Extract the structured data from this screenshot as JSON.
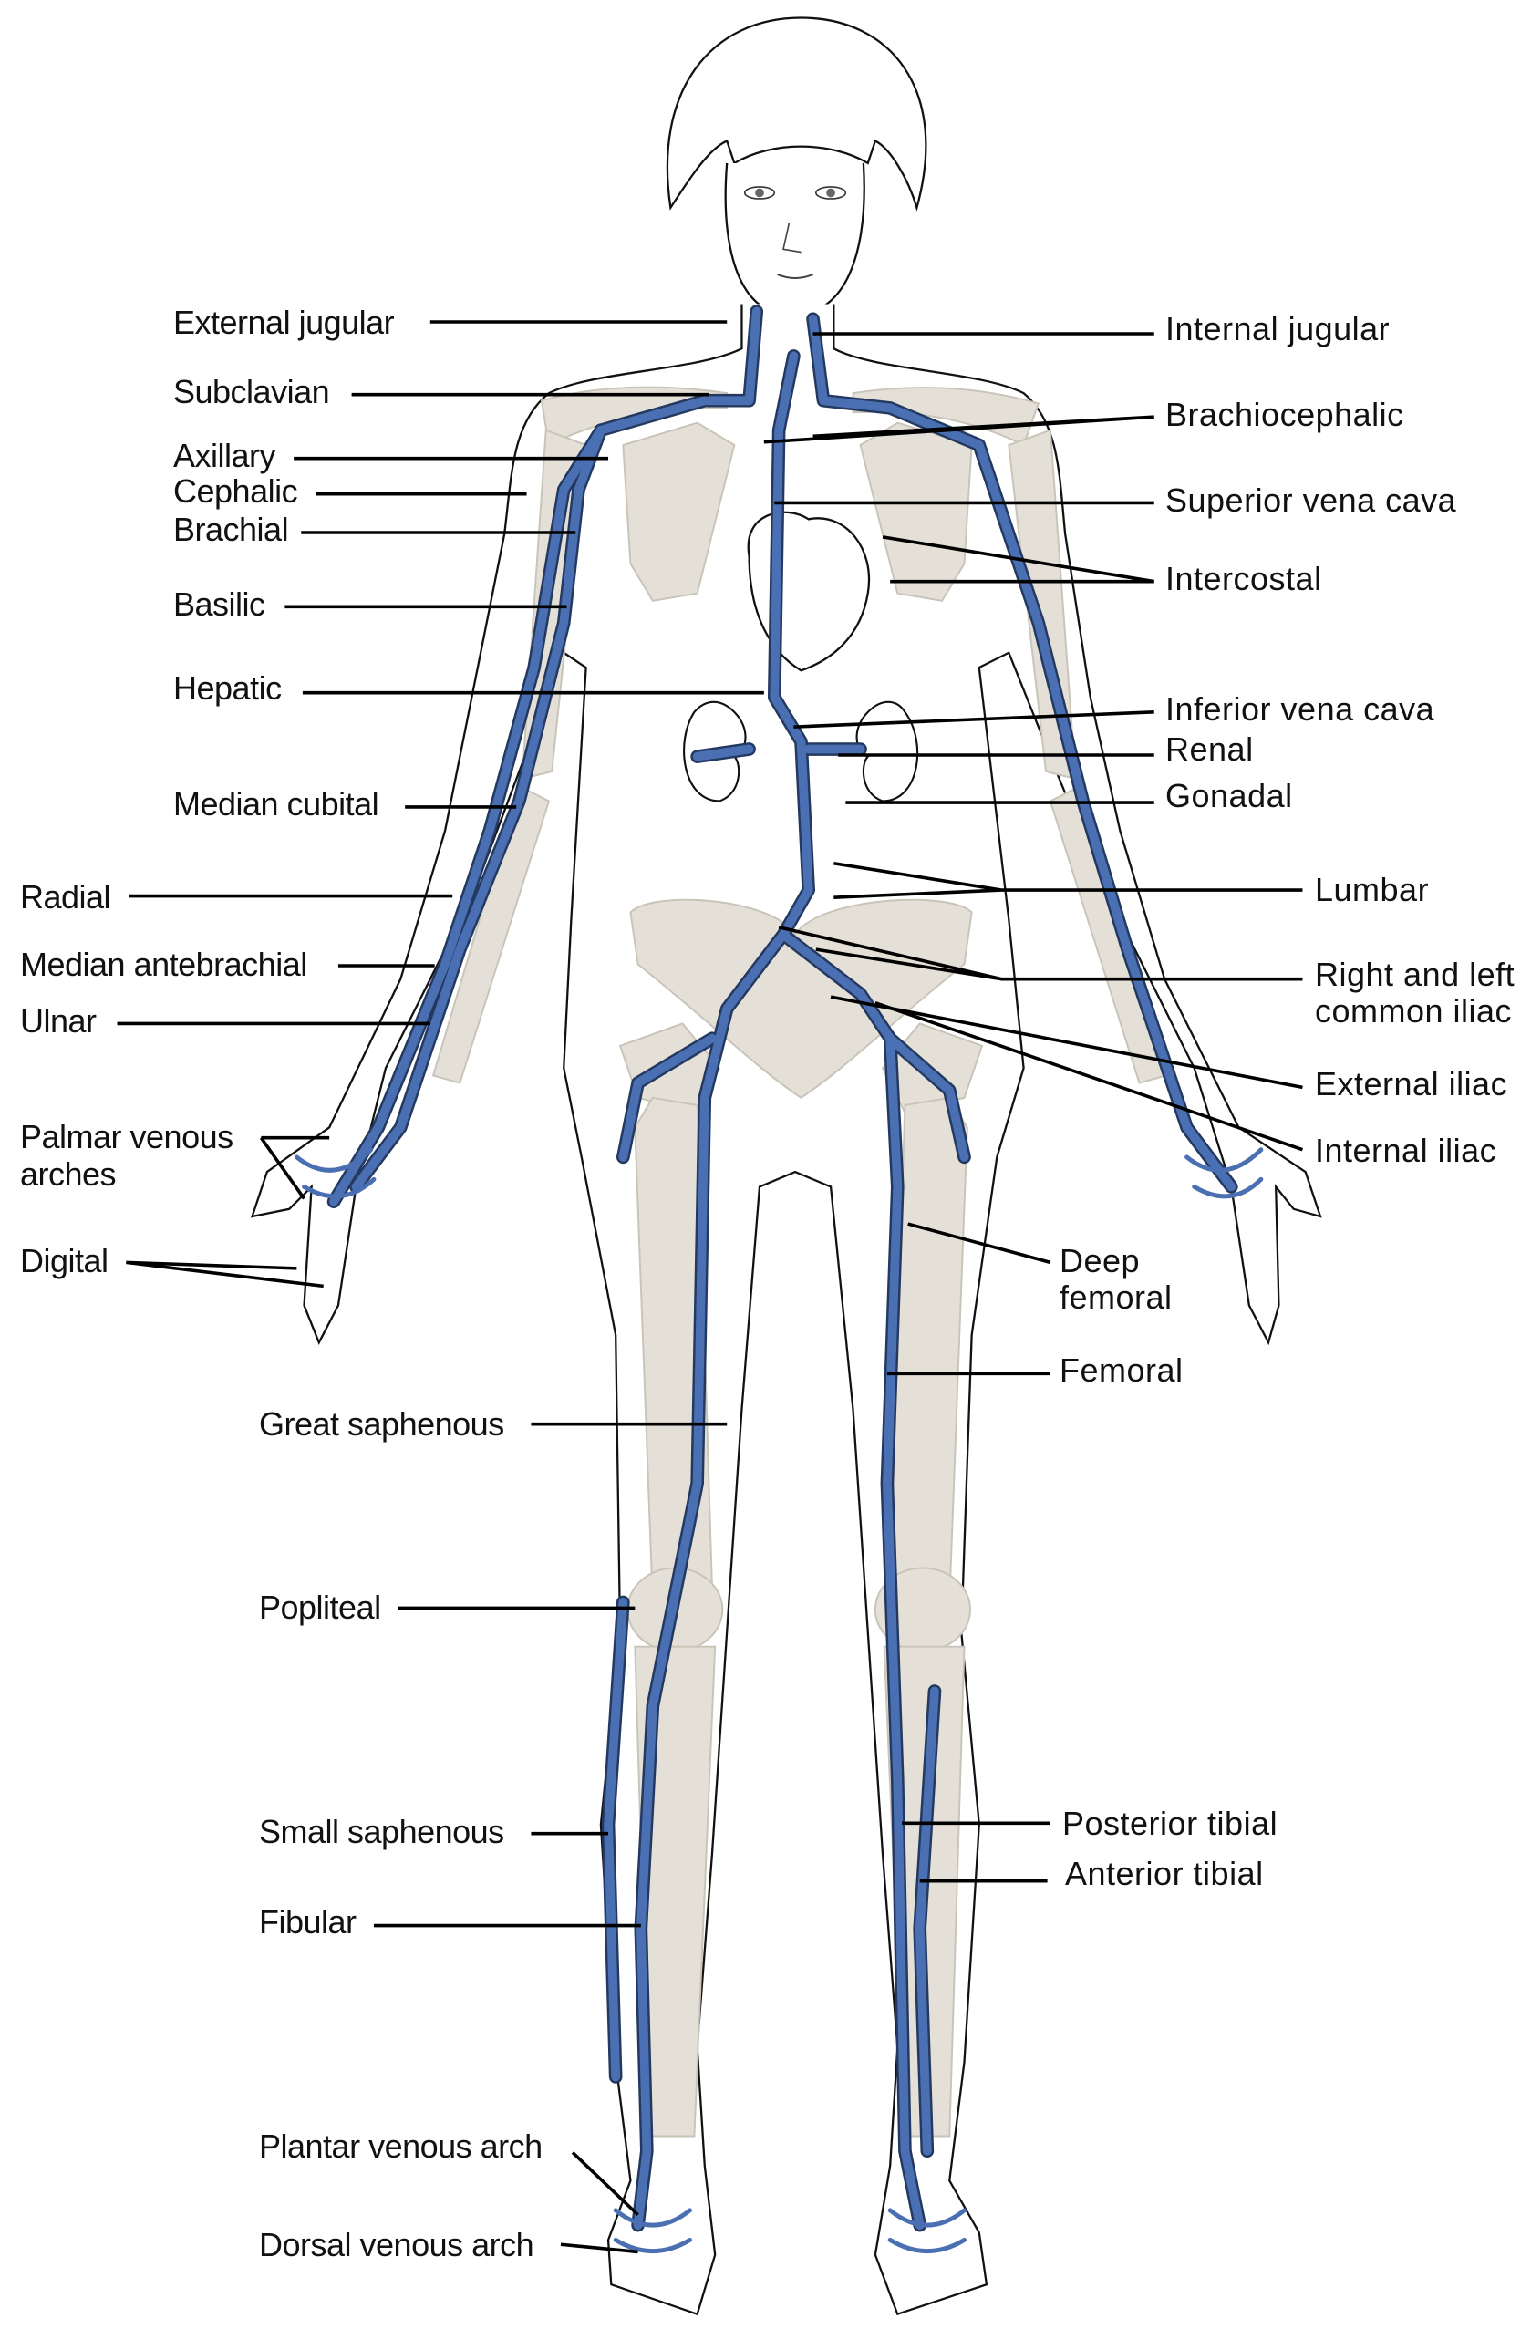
{
  "figure": {
    "subject": "Major systemic veins of the body (female figure, anterior view)",
    "colors": {
      "vein": "#4a6fb2",
      "vein_outline": "#23395f",
      "bone": "#e4e0d7",
      "outline": "#111111",
      "background": "#ffffff"
    }
  },
  "labels_left": [
    {
      "id": "external-jugular",
      "text": "External jugular"
    },
    {
      "id": "subclavian",
      "text": "Subclavian"
    },
    {
      "id": "axillary",
      "text": "Axillary"
    },
    {
      "id": "cephalic",
      "text": "Cephalic"
    },
    {
      "id": "brachial",
      "text": "Brachial"
    },
    {
      "id": "basilic",
      "text": "Basilic"
    },
    {
      "id": "hepatic",
      "text": "Hepatic"
    },
    {
      "id": "median-cubital",
      "text": "Median cubital"
    },
    {
      "id": "radial",
      "text": "Radial"
    },
    {
      "id": "median-antebrachial",
      "text": "Median antebrachial"
    },
    {
      "id": "ulnar",
      "text": "Ulnar"
    },
    {
      "id": "palmar-venous-arches",
      "line1": "Palmar venous",
      "line2": "arches"
    },
    {
      "id": "digital",
      "text": "Digital"
    },
    {
      "id": "great-saphenous",
      "text": "Great saphenous"
    },
    {
      "id": "popliteal",
      "text": "Popliteal"
    },
    {
      "id": "small-saphenous",
      "text": "Small saphenous"
    },
    {
      "id": "fibular",
      "text": "Fibular"
    },
    {
      "id": "plantar-venous-arch",
      "text": "Plantar venous arch"
    },
    {
      "id": "dorsal-venous-arch",
      "text": "Dorsal venous arch"
    }
  ],
  "labels_right": [
    {
      "id": "internal-jugular",
      "text": "Internal jugular"
    },
    {
      "id": "brachiocephalic",
      "text": "Brachiocephalic"
    },
    {
      "id": "superior-vena-cava",
      "text": "Superior vena cava"
    },
    {
      "id": "intercostal",
      "text": "Intercostal"
    },
    {
      "id": "inferior-vena-cava",
      "text": "Inferior vena cava"
    },
    {
      "id": "renal",
      "text": "Renal"
    },
    {
      "id": "gonadal",
      "text": "Gonadal"
    },
    {
      "id": "lumbar",
      "text": "Lumbar"
    },
    {
      "id": "common-iliac",
      "line1": "Right and left",
      "line2": "common iliac"
    },
    {
      "id": "external-iliac",
      "text": "External iliac"
    },
    {
      "id": "internal-iliac",
      "text": "Internal iliac"
    },
    {
      "id": "deep-femoral",
      "line1": "Deep",
      "line2": "femoral"
    },
    {
      "id": "femoral",
      "text": "Femoral"
    },
    {
      "id": "posterior-tibial",
      "text": "Posterior tibial"
    },
    {
      "id": "anterior-tibial",
      "text": "Anterior tibial"
    }
  ]
}
